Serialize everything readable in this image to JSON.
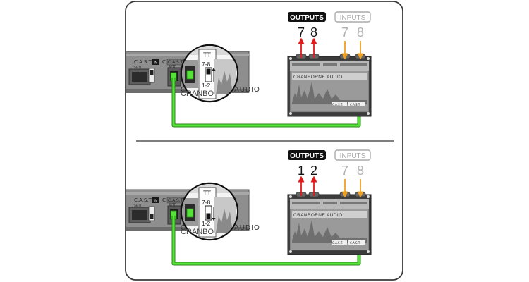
{
  "colors": {
    "frame_border": "#3a3a3a",
    "rack": "#8e8e8e",
    "rack_dark": "#5a5a5a",
    "device_body": "#3b3b3b",
    "device_panel": "#9a9a9a",
    "cable": "#55e33a",
    "cable_outline": "#2a8a1a",
    "arrow_red": "#e01a1a",
    "arrow_orange": "#f0a020",
    "badge_black": "#111111",
    "badge_gray": "#aaaaaa",
    "numbers_inactive": "#b0b0b0"
  },
  "panels": [
    {
      "outputs_label": "OUTPUTS",
      "inputs_label": "INPUTS",
      "output_numbers": [
        "7",
        "8"
      ],
      "input_numbers": [
        "7",
        "8"
      ],
      "rack": {
        "cast_label": "C.A.S.T.",
        "in_label": "IN",
        "switch_label": "SETT",
        "mode_top": "TT",
        "mode_mid": "7-8",
        "mode_bottom": "1-2",
        "brand_partial": "CRANBORNE AUDIO"
      },
      "device": {
        "brand": "CRANBORNE AUDIO",
        "left_tag": "C.A.S.T.",
        "right_tag": "C.A.S.T."
      },
      "switch_position": "top"
    },
    {
      "outputs_label": "OUTPUTS",
      "inputs_label": "INPUTS",
      "output_numbers": [
        "1",
        "2"
      ],
      "input_numbers": [
        "7",
        "8"
      ],
      "rack": {
        "cast_label": "C.A.S.T.",
        "in_label": "IN",
        "switch_label": "SETT",
        "mode_top": "TT",
        "mode_mid": "7-8",
        "mode_bottom": "1-2",
        "brand_partial": "CRANBORNE AUDIO"
      },
      "device": {
        "brand": "CRANBORNE AUDIO",
        "left_tag": "C.A.S.T.",
        "right_tag": "C.A.S.T."
      },
      "switch_position": "bottom"
    }
  ]
}
